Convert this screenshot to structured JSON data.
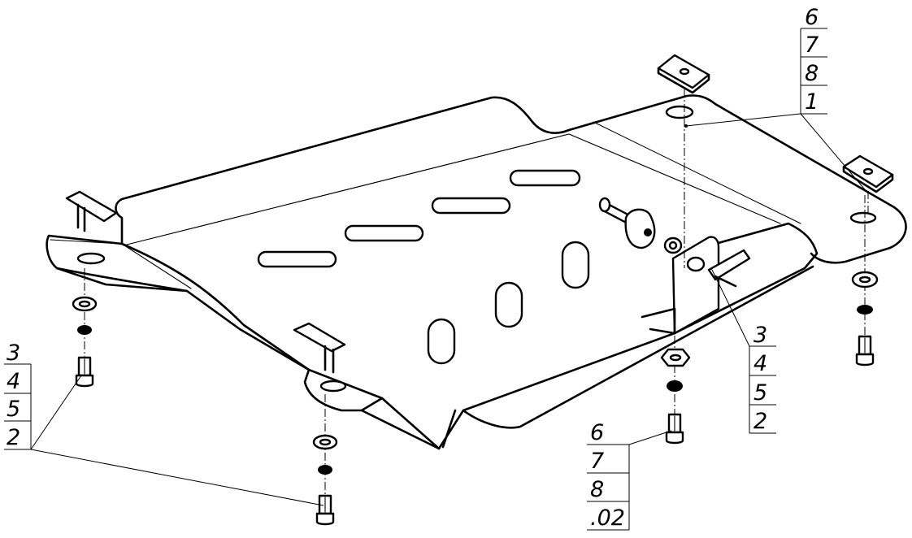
{
  "callouts": {
    "top_right": [
      "6",
      "7",
      "8",
      "1"
    ],
    "left": [
      "3",
      "4",
      "5",
      "2"
    ],
    "right_center": [
      "3",
      "4",
      "5",
      "2"
    ],
    "bottom_center": [
      "6",
      "7",
      "8",
      ".02"
    ]
  },
  "colors": {
    "line": "#000000",
    "background": "#ffffff"
  }
}
